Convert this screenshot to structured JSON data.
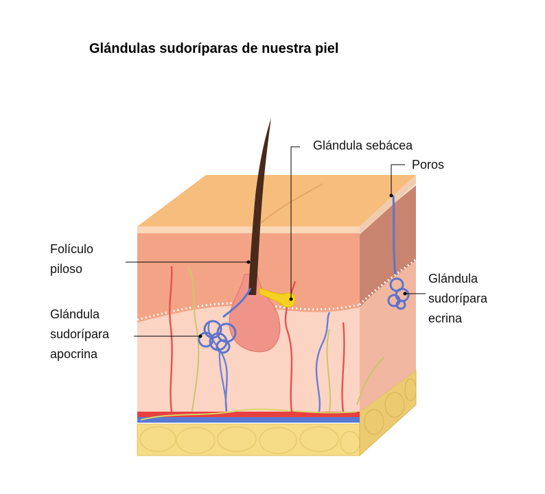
{
  "title": "Glándulas sudoríparas de nuestra piel",
  "labels": {
    "sebaceous_gland": "Glándula sebácea",
    "pores": "Poros",
    "hair_follicle": [
      "Folículo",
      "piloso"
    ],
    "apocrine_gland": [
      "Glándula",
      "sudorípara",
      "apocrina"
    ],
    "eccrine_gland": [
      "Glándula",
      "sudorípara",
      "ecrina"
    ]
  }
}
